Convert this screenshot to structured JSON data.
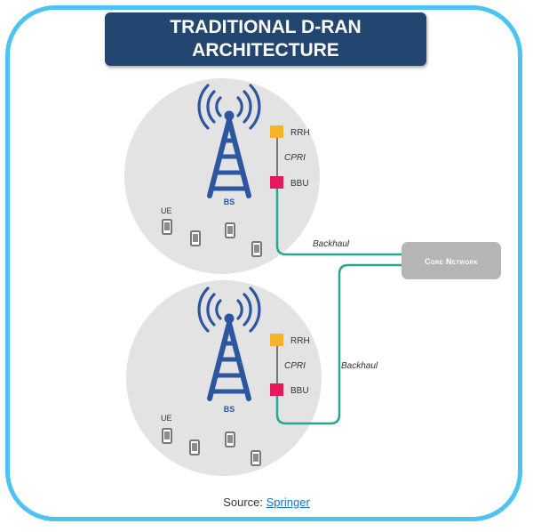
{
  "title": {
    "line1": "TRADITIONAL D-RAN",
    "line2": "ARCHITECTURE"
  },
  "cells": [
    {
      "bs_label": "BS",
      "rrh_label": "RRH",
      "bbu_label": "BBU",
      "cpri_label": "CPRI",
      "ue_label": "UE"
    },
    {
      "bs_label": "BS",
      "rrh_label": "RRH",
      "bbu_label": "BBU",
      "cpri_label": "CPRI",
      "ue_label": "UE"
    }
  ],
  "core_network": {
    "label": "Core Network"
  },
  "backhaul": {
    "top_label": "Backhaul",
    "bottom_label": "Backhaul"
  },
  "source": {
    "prefix": "Source: ",
    "link_text": "Springer"
  },
  "colors": {
    "frame": "#4cc3f1",
    "title_bg": "#22466f",
    "tower": "#2c56a0",
    "rrh": "#f7b32b",
    "bbu": "#e8185d",
    "backhaul_line": "#2aa58f",
    "circle": "#e3e3e3",
    "core_box": "#b5b5b5"
  },
  "icons": [
    "tower-icon",
    "signal-waves-icon",
    "phone-icon"
  ]
}
